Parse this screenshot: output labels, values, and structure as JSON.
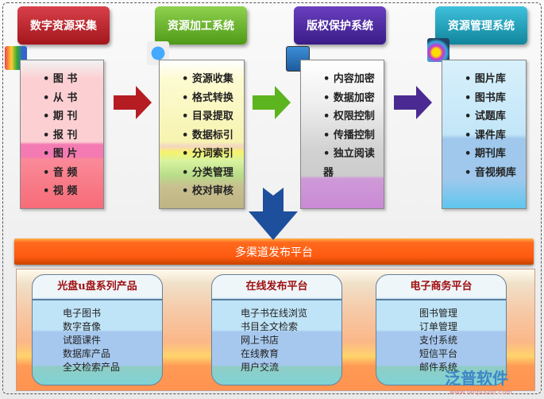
{
  "columns": [
    {
      "title": "数字资源采集",
      "items": [
        "图 书",
        "从 书",
        "期 刊",
        "报 刊",
        "图 片",
        "音 频",
        "视 频"
      ]
    },
    {
      "title": "资源加工系统",
      "items": [
        "资源收集",
        "格式转换",
        "目录提取",
        "数据标引",
        "分词索引",
        "分类管理",
        "校对审核"
      ]
    },
    {
      "title": "版权保护系统",
      "items": [
        "内容加密",
        "数据加密",
        "权限控制",
        "传播控制",
        "独立阅读器"
      ]
    },
    {
      "title": "资源管理系统",
      "items": [
        "图片库",
        "图书库",
        "试题库",
        "课件库",
        "期刊库",
        "音视频库"
      ]
    }
  ],
  "platform": "多渠道发布平台",
  "products": [
    {
      "title": "光盘u盘系列产品",
      "items": [
        "电子图书",
        "数字音像",
        "试题课件",
        "数据库产品",
        "全文检索产品"
      ]
    },
    {
      "title": "在线发布平台",
      "items": [
        "电子书在线浏览",
        "书目全文检索",
        "网上书店",
        "在线教育",
        "用户交流"
      ]
    },
    {
      "title": "电子商务平台",
      "items": [
        "图书管理",
        "订单管理",
        "支付系统",
        "短信平台",
        "邮件系统"
      ]
    }
  ],
  "logo": {
    "name": "泛普软件",
    "url": "www.fanpusoft.com"
  }
}
